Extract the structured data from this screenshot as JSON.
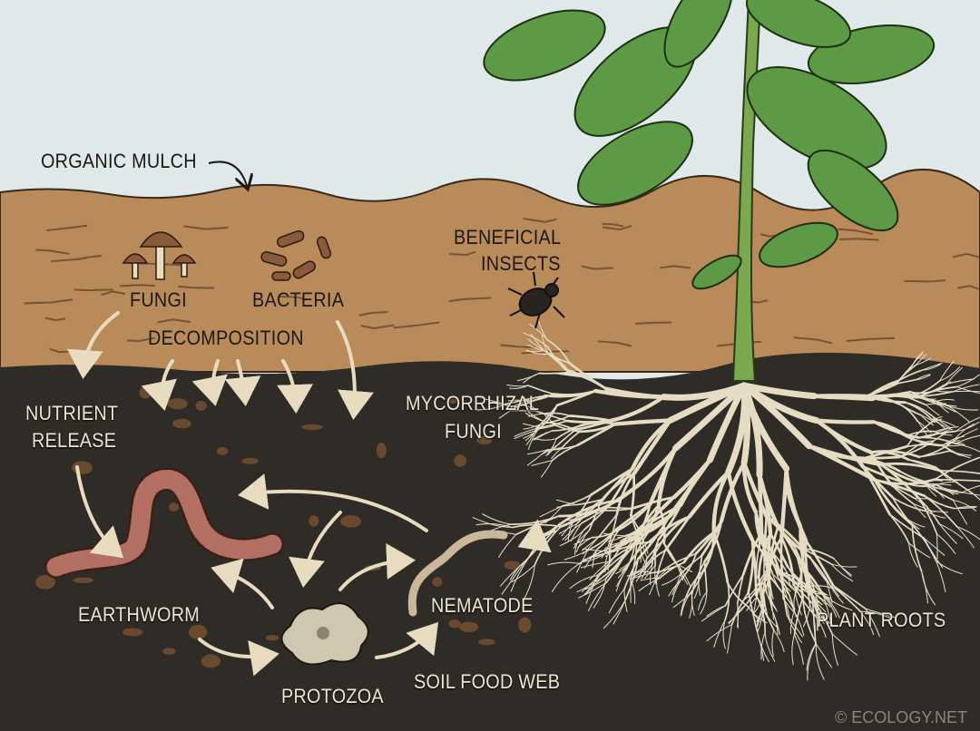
{
  "labels": {
    "organic_mulch": "ORGANIC MULCH",
    "fungi": "FUNGI",
    "bacteria": "BACTERIA",
    "decomposition": "DECOMPOSITION",
    "beneficial_insects_1": "BENEFICIAL",
    "beneficial_insects_2": "INSECTS",
    "nutrient_release_1": "NUTRIENT",
    "nutrient_release_2": "RELEASE",
    "mycorrhizal_fungi_1": "MYCORRHIZAL",
    "mycorrhizal_fungi_2": "FUNGI",
    "earthworm": "EARTHWORM",
    "nematode": "NEMATODE",
    "protozoa": "PROTOZOA",
    "soil_food_web": "SOIL FOOD WEB",
    "plant_roots": "PLANT ROOTS"
  },
  "watermark": "© ECOLOGY.NET",
  "colors": {
    "sky": "#dfe9ea",
    "topsoil": "#b98a5a",
    "subsoil": "#2f2b26",
    "leaf": "#5d9a45",
    "root": "#e6dcc4",
    "worm": "#b36f62"
  }
}
